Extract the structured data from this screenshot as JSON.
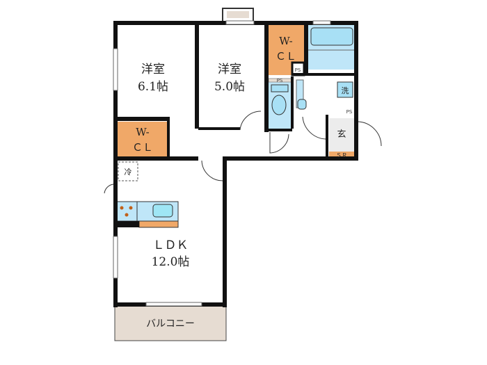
{
  "rooms": {
    "western1": {
      "name": "洋室",
      "size": "6.1帖"
    },
    "western2": {
      "name": "洋室",
      "size": "5.0帖"
    },
    "wcl1": {
      "line1": "W-",
      "line2": "ＣＬ"
    },
    "wcl2": {
      "line1": "W-",
      "line2": "ＣＬ"
    },
    "ldk": {
      "name": "ＬＤＫ",
      "size": "12.0帖"
    },
    "balcony": {
      "name": "バルコニー"
    },
    "entrance": {
      "name": "玄"
    },
    "shoe_rack": {
      "name": "ＳＲ"
    },
    "washer": {
      "name": "洗"
    },
    "fridge": {
      "name": "冷"
    },
    "pipe_space": "PS"
  },
  "colors": {
    "closet": "#f0a868",
    "water": "#bfe6f8",
    "balcony": "#e6dcd2",
    "wall": "#111111"
  }
}
